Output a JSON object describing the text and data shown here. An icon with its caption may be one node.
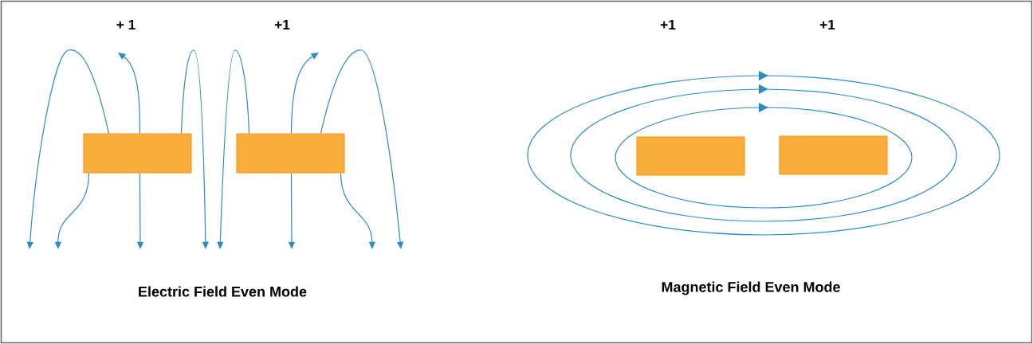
{
  "diagram": {
    "nodes": [
      {
        "text": [],
        "shape": "box"
      },
      {
        "text": [],
        "shape": "box"
      },
      {
        "text": [],
        "shape": "box"
      },
      {
        "text": [],
        "shape": "box"
      }
    ],
    "edges": [
      {
        "from": 0,
        "to": null,
        "arrow": "to"
      },
      {
        "from": 0,
        "to": null,
        "arrow": "to"
      },
      {
        "from": 0,
        "to": null,
        "arrow": "to"
      },
      {
        "from": 0,
        "to": null,
        "arrow": "to"
      },
      {
        "from": 0,
        "to": null,
        "arrow": "to"
      },
      {
        "from": 1,
        "to": null,
        "arrow": "to"
      },
      {
        "from": 1,
        "to": null,
        "arrow": "to"
      },
      {
        "from": 1,
        "to": null,
        "arrow": "to"
      },
      {
        "from": 1,
        "to": null,
        "arrow": "to"
      },
      {
        "from": 1,
        "to": null,
        "arrow": "to"
      }
    ],
    "labels": [
      "+ 1",
      "+1",
      "+1",
      "+1",
      "Electric Field Even Mode",
      "Magnetic  Field Even Mode"
    ]
  }
}
